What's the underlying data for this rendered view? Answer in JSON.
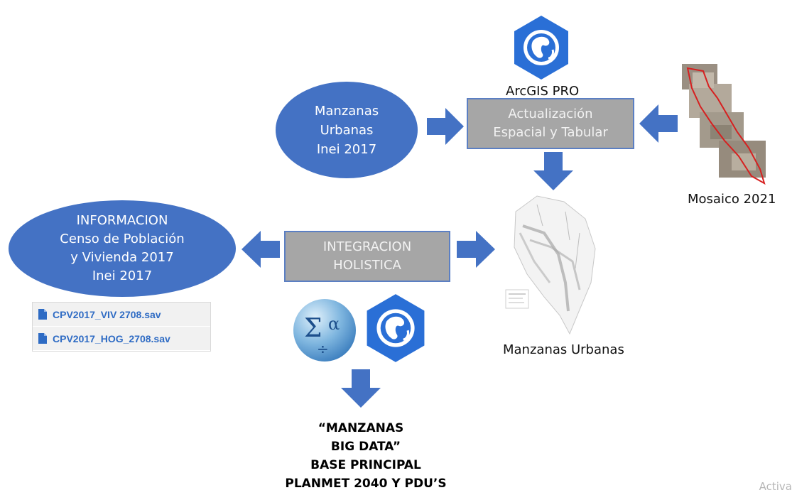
{
  "arcgis_label": "ArcGIS PRO",
  "manzanas_inei": {
    "line1": "Manzanas",
    "line2": "Urbanas",
    "line3": "Inei 2017"
  },
  "actualizacion": {
    "line1": "Actualización",
    "line2": "Espacial y Tabular"
  },
  "mosaico_label": "Mosaico 2021",
  "informacion": {
    "line1": "INFORMACION",
    "line2": "Censo de Población",
    "line3": "y Vivienda 2017",
    "line4": "Inei 2017"
  },
  "integracion": {
    "line1": "INTEGRACION",
    "line2": "HOLISTICA"
  },
  "files": [
    "CPV2017_VIV 2708.sav",
    "CPV2017_HOG_2708.sav"
  ],
  "manzanas_urbanas_label": "Manzanas Urbanas",
  "result": {
    "line1": "“MANZANAS",
    "line2": "BIG DATA”",
    "line3": "BASE PRINCIPAL",
    "line4": "PLANMET 2040 Y PDU’S"
  },
  "watermark": "Activa",
  "colors": {
    "ellipse": "#4472c4",
    "arrow": "#4472c4",
    "box": "#a6a6a6",
    "box_border": "#5b7fc3",
    "file_text": "#2e6bc4"
  },
  "icons": [
    "arcgis-pro-icon",
    "spss-statistics-icon",
    "file-icon",
    "satellite-mosaic-map",
    "urban-blocks-map"
  ]
}
